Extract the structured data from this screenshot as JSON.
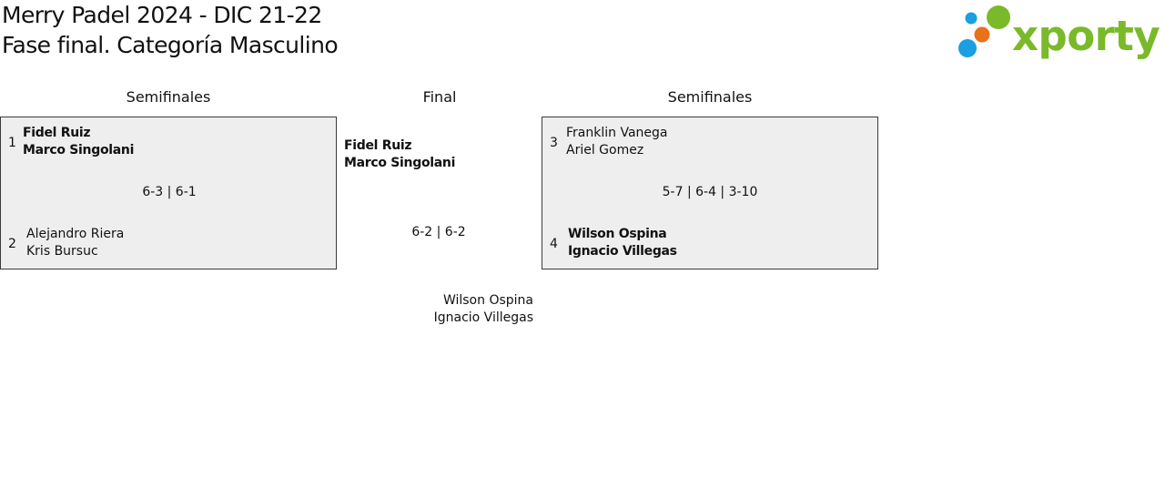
{
  "header": {
    "title_line1": "Merry Padel 2024 - DIC 21-22",
    "title_line2": "Fase final. Categoría Masculino"
  },
  "logo": {
    "text": "xporty",
    "colors": {
      "blue": "#1a9fe0",
      "green": "#7ab929",
      "orange": "#e8711a"
    }
  },
  "columns": {
    "left": "Semifinales",
    "center": "Final",
    "right": "Semifinales"
  },
  "semifinal_left": {
    "team_a": {
      "seed": "1",
      "player1": "Fidel Ruiz",
      "player2": "Marco Singolani",
      "winner": true
    },
    "team_b": {
      "seed": "2",
      "player1": "Alejandro Riera",
      "player2": "Kris Bursuc",
      "winner": false
    },
    "score": "6-3 | 6-1"
  },
  "final": {
    "team_a": {
      "player1": "Fidel Ruiz",
      "player2": "Marco Singolani",
      "winner": true
    },
    "team_b": {
      "player1": "Wilson Ospina",
      "player2": "Ignacio Villegas",
      "winner": false
    },
    "score": "6-2 | 6-2"
  },
  "semifinal_right": {
    "team_a": {
      "seed": "3",
      "player1": "Franklin Vanega",
      "player2": "Ariel Gomez",
      "winner": false
    },
    "team_b": {
      "seed": "4",
      "player1": "Wilson Ospina",
      "player2": "Ignacio Villegas",
      "winner": true
    },
    "score": "5-7 | 6-4 | 3-10"
  }
}
